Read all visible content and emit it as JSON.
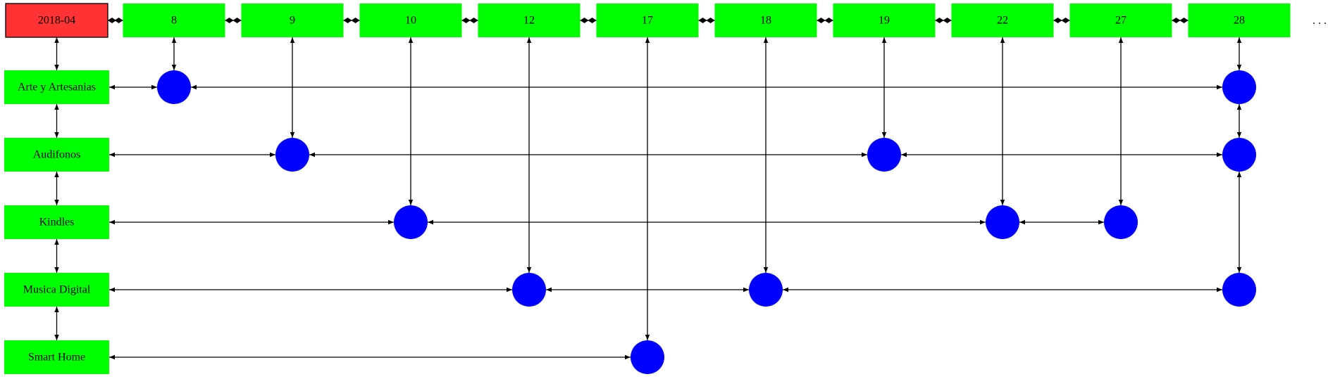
{
  "corner_label": "2018-04",
  "columns": [
    "8",
    "9",
    "10",
    "12",
    "17",
    "18",
    "19",
    "22",
    "27",
    "28"
  ],
  "rows": [
    "Arte y Artesanias",
    "Audifonos",
    "Kindles",
    "Musica Digital",
    "Smart Home"
  ],
  "nodes": [
    {
      "row": "Arte y Artesanias",
      "columns": [
        "8",
        "28"
      ]
    },
    {
      "row": "Audifonos",
      "columns": [
        "9",
        "19",
        "28"
      ]
    },
    {
      "row": "Kindles",
      "columns": [
        "10",
        "22",
        "27"
      ]
    },
    {
      "row": "Musica Digital",
      "columns": [
        "12",
        "18",
        "28"
      ]
    },
    {
      "row": "Smart Home",
      "columns": [
        "17"
      ]
    }
  ],
  "colors": {
    "corner_fill": "#ff3333",
    "header_fill": "#00ff00",
    "node_fill": "#0000ff",
    "edge": "#000000"
  }
}
